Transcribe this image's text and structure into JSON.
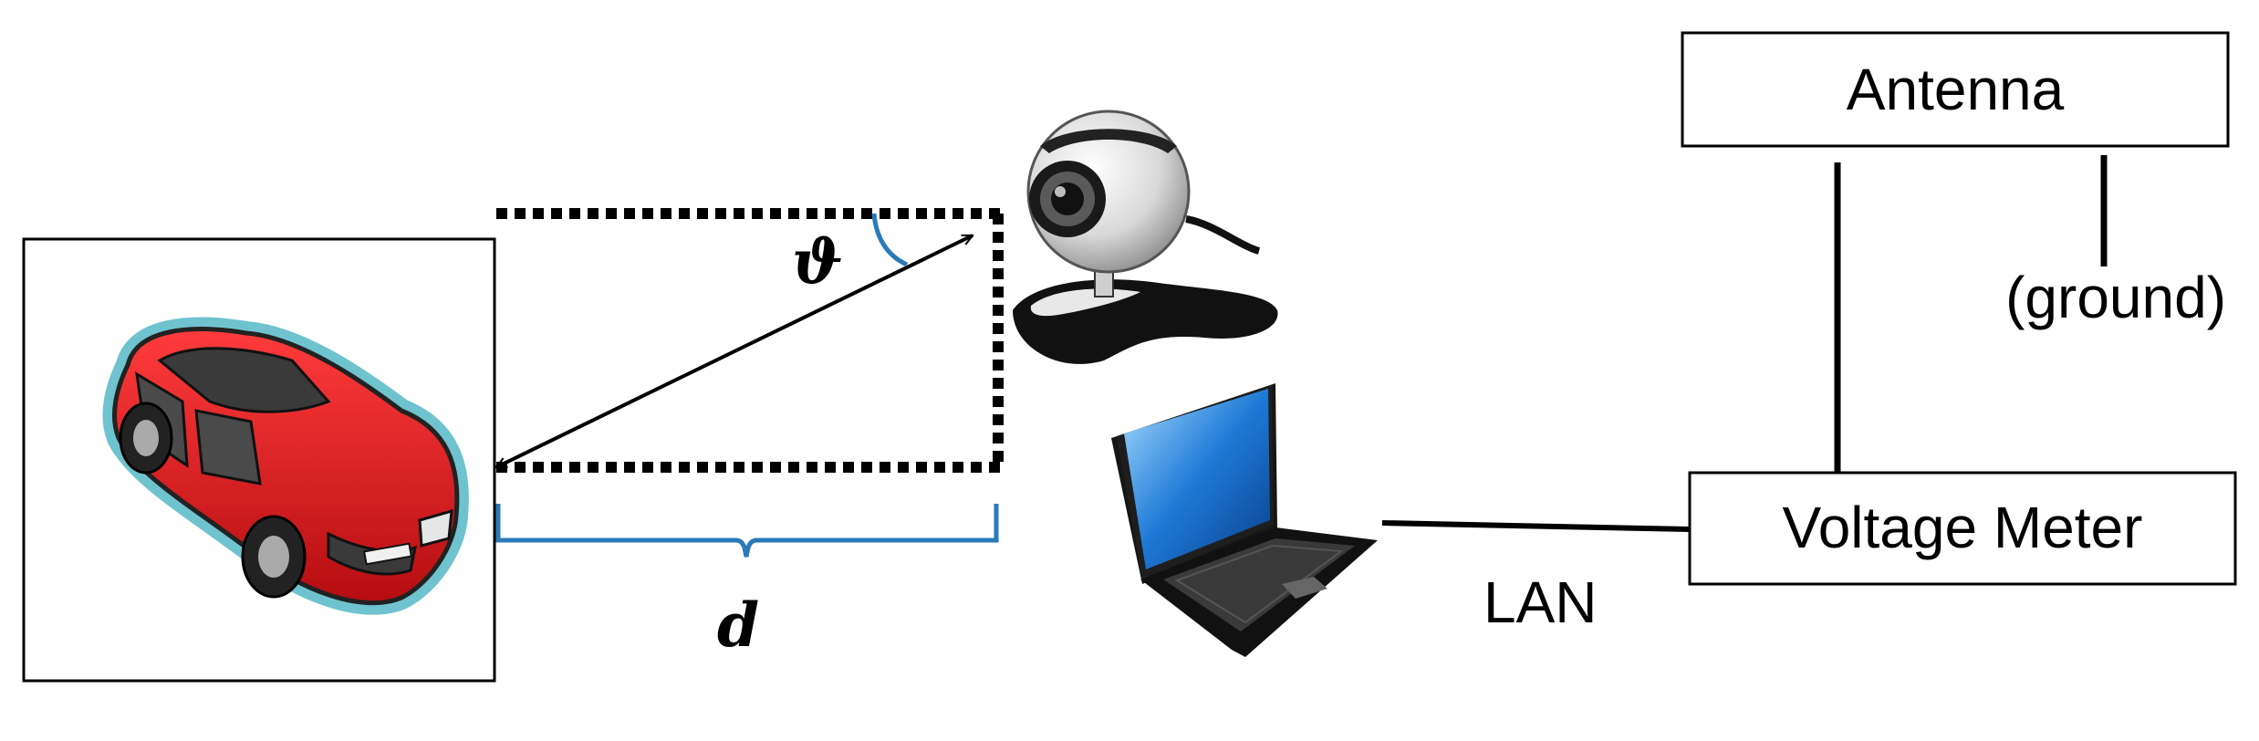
{
  "labels": {
    "antenna": "Antenna",
    "ground": "(ground)",
    "voltage_meter": "Voltage Meter",
    "lan": "LAN",
    "distance": "d",
    "angle": "ϑ"
  },
  "colors": {
    "car_body": "#e3141b",
    "car_outline": "#6fc3cf",
    "brace": "#2a7ab8",
    "angle_arc": "#2a7ab8",
    "screen": "#1e79d6",
    "line": "#000000"
  },
  "icons": {
    "car": "car-icon",
    "webcam": "webcam-icon",
    "laptop": "laptop-icon"
  }
}
